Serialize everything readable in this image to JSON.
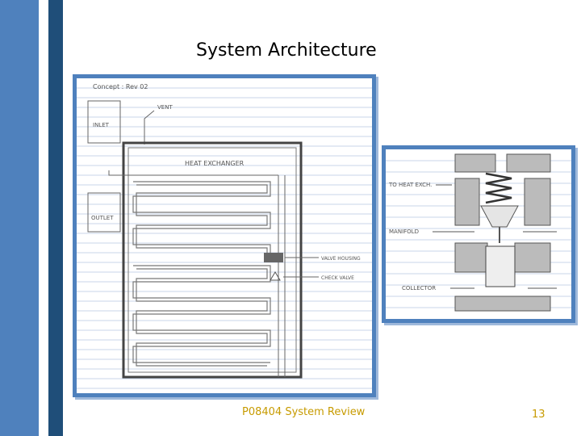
{
  "slide": {
    "title": "System Architecture",
    "footer": "P08404 System Review",
    "page_number": "13"
  },
  "sketch_left": {
    "header": "Concept : Rev 02",
    "labels": {
      "vent": "VENT",
      "inlet": "INLET",
      "outlet": "OUTLET",
      "heat_exchanger": "HEAT EXCHANGER",
      "valve_housing": "VALVE HOUSING",
      "check_valve": "CHECK VALVE"
    }
  },
  "sketch_right": {
    "labels": {
      "to_heat_exch": "TO HEAT EXCH.",
      "manifold": "MANIFOLD",
      "collector": "COLLECTOR"
    }
  },
  "colors": {
    "sidebar_light": "#4f81bd",
    "sidebar_dark": "#1f4e79",
    "frame": "#4f81bd",
    "footer_text": "#c79b00"
  }
}
